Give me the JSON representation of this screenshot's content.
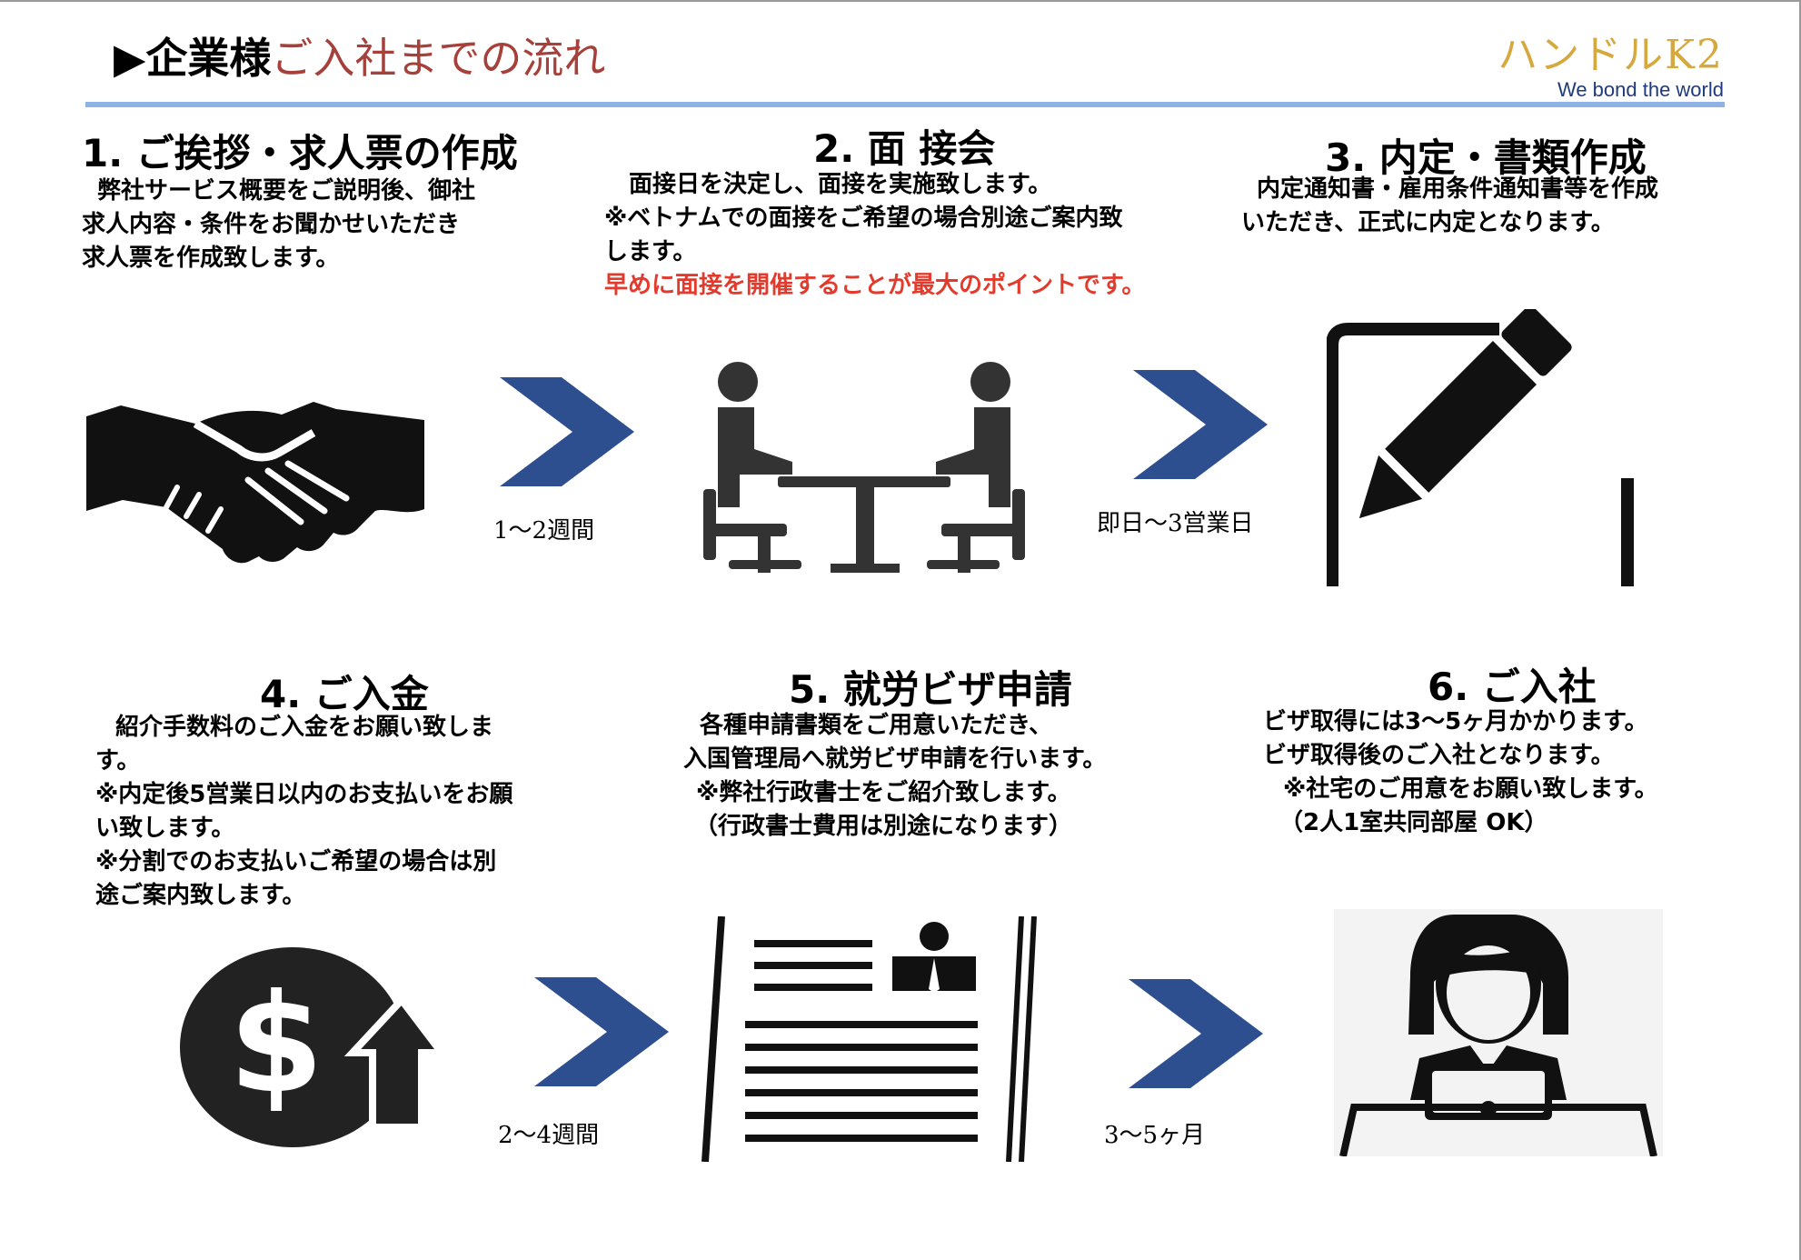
{
  "header": {
    "prefix": "▶企業様",
    "title_accent": "ご入社までの流れ",
    "brand_name": "ハンドルK2",
    "brand_tagline": "We bond the world"
  },
  "steps": [
    {
      "title": "1. ご挨拶・求人票の作成",
      "body": [
        "弊社サービス概要をご説明後、御社",
        "求人内容・条件をお聞かせいただき",
        "求人票を作成致します。"
      ],
      "icon": "handshake-icon"
    },
    {
      "title": "2. 面 接会",
      "body": [
        "面接日を決定し、面接を実施致します。",
        "※ベトナムでの面接をご希望の場合別途ご案内致",
        "します。"
      ],
      "highlight": "早めに面接を開催することが最大のポイントです。",
      "icon": "interview-icon"
    },
    {
      "title": "3. 内定・書類作成",
      "body": [
        "内定通知書・雇用条件通知書等を作成",
        "いただき、正式に内定となります。"
      ],
      "icon": "document-pen-icon"
    },
    {
      "title": "4. ご入金",
      "body": [
        "紹介手数料のご入金をお願い致しま",
        "す。",
        "※内定後5営業日以内のお支払いをお願",
        "い致します。",
        "※分割でのお支払いご希望の場合は別",
        "途ご案内致します。"
      ],
      "icon": "dollar-up-icon"
    },
    {
      "title": "5. 就労ビザ申請",
      "body": [
        "各種申請書類をご用意いただき、",
        "入国管理局へ就労ビザ申請を行います。",
        "※弊社行政書士をご紹介致します。",
        "（行政書士費用は別途になります）"
      ],
      "icon": "resume-icon"
    },
    {
      "title": "6. ご入社",
      "body": [
        "ビザ取得には3〜5ヶ月かかります。",
        "ビザ取得後のご入社となります。",
        "※社宅のご用意をお願い致します。",
        "（2人1室共同部屋 OK）"
      ],
      "icon": "office-worker-icon"
    }
  ],
  "durations": [
    "1〜2週間",
    "即日〜3営業日",
    "2〜4週間",
    "3〜5ヶ月"
  ],
  "colors": {
    "accent": "#a5403a",
    "brand": "#d5a93f",
    "tagline": "#1f3a7a",
    "rule": "#8fb2e6",
    "arrow": "#2e4f8f",
    "highlight": "#e23b2d"
  }
}
